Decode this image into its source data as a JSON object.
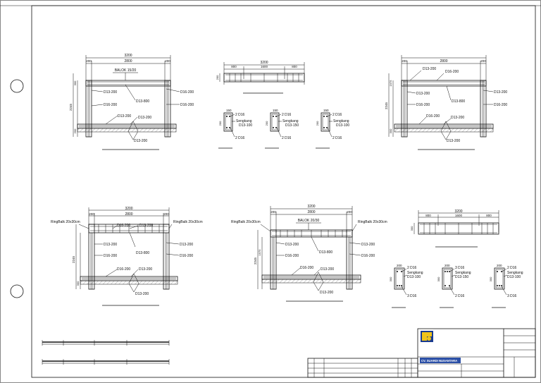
{
  "logo": {
    "company_name": "CV. SUARDI NUSANTARA"
  },
  "panels": {
    "p1": {
      "dims": {
        "total": "3200",
        "clear": "2800",
        "left": "200",
        "right": "200",
        "h": "2245",
        "h2": "300",
        "base": "200"
      },
      "balok": "BALOK 15/20",
      "labels": [
        "D13-200",
        "D16-200",
        "D13-800",
        "D16-200",
        "D16-200",
        "D13-200",
        "D13-200",
        "D13-200"
      ]
    },
    "p2": {
      "dims": {
        "total": "3200",
        "a": "800",
        "b": "1600",
        "c": "800",
        "h": "200"
      }
    },
    "p3": {
      "dims": {
        "total": "3200",
        "clear": "2800",
        "left": "200",
        "right": "200",
        "h": "2245",
        "h2": "1975",
        "base": "300"
      },
      "labels": [
        "D13-200",
        "D16-200",
        "D13-200",
        "D16-200",
        "D13-800",
        "D13-200",
        "D16-200",
        "D16-200",
        "D13-200",
        "D13-200"
      ]
    },
    "p4": {
      "dims": {
        "total": "3200",
        "clear": "2800",
        "left": "200",
        "right": "200",
        "h": "2245",
        "h2": "300"
      },
      "ring_left": "RingBalk 20x30cm",
      "ring_right": "RingBalk 20x30cm",
      "labels": [
        "D16-200",
        "D13-200",
        "D13-200",
        "D16-200",
        "D13-800",
        "D13-200",
        "D16-200",
        "D16-200",
        "D13-200",
        "D13-200"
      ]
    },
    "p5": {
      "dims": {
        "total": "3200",
        "clear": "2800",
        "left": "200",
        "right": "200",
        "h": "2245",
        "h2": "1975"
      },
      "ring_left": "RingBalk 20x30cm",
      "ring_right": "RingBalk 20x30cm",
      "balok": "BALOK 20/30",
      "labels": [
        "D13-200",
        "D16-200",
        "D13-800",
        "D13-200",
        "D16-200",
        "D16-200",
        "D13-200",
        "D13-200"
      ]
    },
    "p6": {
      "dims": {
        "total": "3200",
        "a": "800",
        "b": "1600",
        "c": "800",
        "h": "300"
      }
    }
  },
  "sections_small": [
    {
      "w": "150",
      "h": "200",
      "top": "2 D16",
      "s1": "Sengkang",
      "s2": "D13-100",
      "bot": "2 D16"
    },
    {
      "w": "150",
      "h": "200",
      "top": "2 D16",
      "s1": "Sengkang",
      "s2": "D13-150",
      "bot": "2 D16"
    },
    {
      "w": "150",
      "h": "200",
      "top": "2 D16",
      "s1": "Sengkang",
      "s2": "D13-100",
      "bot": "2 D16"
    }
  ],
  "sections_large": [
    {
      "w": "200",
      "h": "300",
      "top": "2 D16",
      "s1": "Sengkang",
      "s2": "D13-100",
      "bot": "3 D16"
    },
    {
      "w": "200",
      "h": "300",
      "top": "3 D16",
      "s1": "Sengkang",
      "s2": "D13-150",
      "bot": "2 D16"
    },
    {
      "w": "200",
      "h": "300",
      "top": "2 D16",
      "s1": "Sengkang",
      "s2": "D13-100",
      "bot": "3 D16"
    }
  ]
}
